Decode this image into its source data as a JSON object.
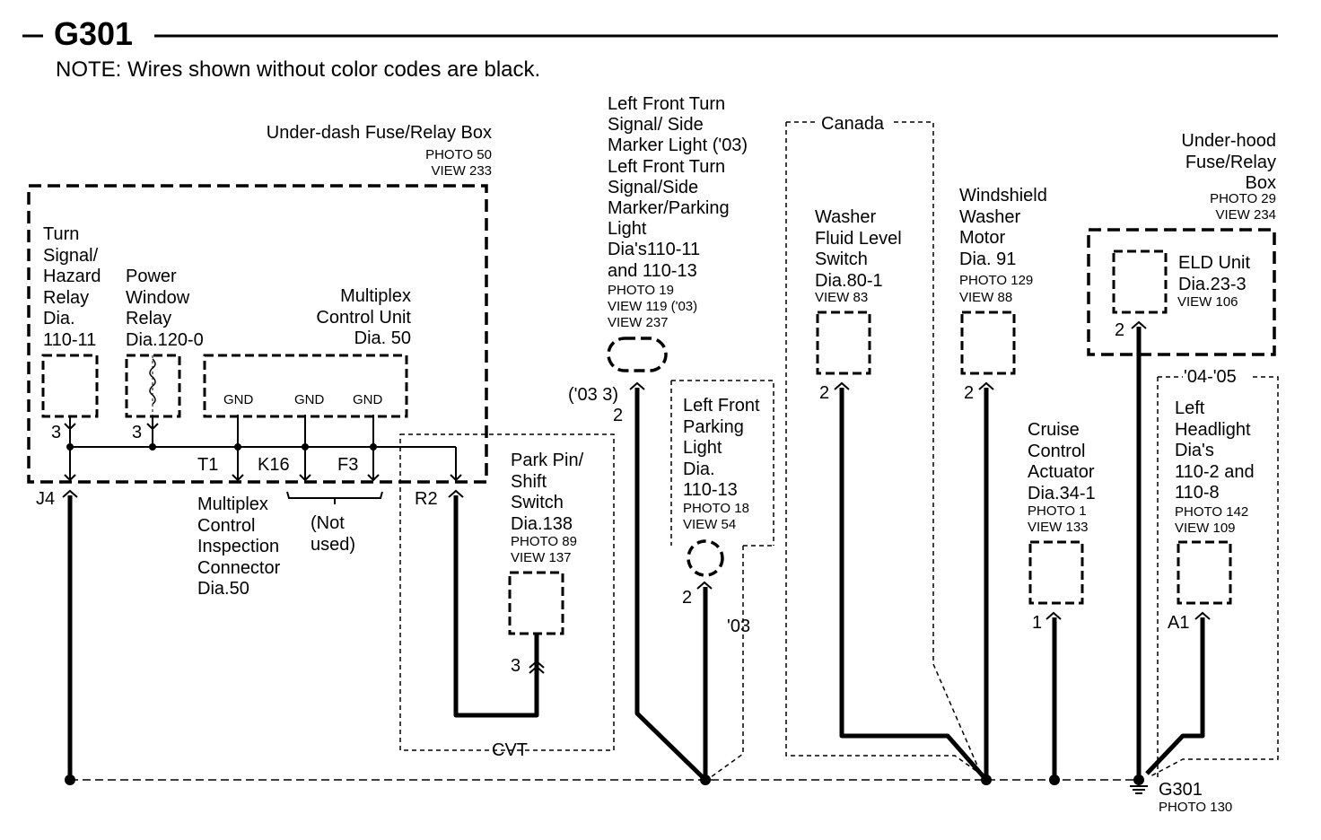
{
  "header": {
    "title": "G301",
    "note": "NOTE: Wires shown without color codes are black."
  },
  "fuse_box": {
    "name": "Under-dash Fuse/Relay Box",
    "photo": "PHOTO 50",
    "view": "VIEW 233",
    "turn_relay": [
      "Turn",
      "Signal/",
      "Hazard",
      "Relay",
      "Dia.",
      "110-11"
    ],
    "power_relay": [
      "Power",
      "Window",
      "Relay",
      "Dia.120-0"
    ],
    "mcu": [
      "Multiplex",
      "Control Unit",
      "Dia. 50"
    ],
    "gnd": "GND",
    "pins": {
      "turn": "3",
      "power": "3",
      "t1": "T1",
      "k16": "K16",
      "f3": "F3",
      "j4": "J4",
      "r2": "R2"
    },
    "inspection": [
      "Multiplex",
      "Control",
      "Inspection",
      "Connector",
      "Dia.50"
    ],
    "not_used": [
      "(Not",
      "used)"
    ]
  },
  "cvt": {
    "label": "CVT",
    "switch": [
      "Park Pin/",
      "Shift",
      "Switch",
      "Dia.138"
    ],
    "photo": "PHOTO 89",
    "view": "VIEW 137",
    "pin": "3"
  },
  "left_turn": {
    "lines": [
      "Left Front Turn",
      "Signal/ Side",
      "Marker Light ('03)",
      "Left Front Turn",
      "Signal/Side",
      "Marker/Parking",
      "Light",
      "Dia's110-11",
      "and 110-13"
    ],
    "photo": "PHOTO 19",
    "view1": "VIEW 119 ('03)",
    "view2": "VIEW 237",
    "pin_note": "('03 3)",
    "pin": "2"
  },
  "parking": {
    "lines": [
      "Left Front",
      "Parking",
      "Light",
      "Dia.",
      "110-13"
    ],
    "photo": "PHOTO 18",
    "view": "VIEW 54",
    "pin": "2",
    "year": "'03"
  },
  "canada": {
    "label": "Canada"
  },
  "washer_switch": {
    "lines": [
      "Washer",
      "Fluid Level",
      "Switch",
      "Dia.80-1"
    ],
    "view": "VIEW 83",
    "pin": "2"
  },
  "washer_motor": {
    "lines": [
      "Windshield",
      "Washer",
      "Motor",
      "Dia. 91"
    ],
    "photo": "PHOTO 129",
    "view": "VIEW 88",
    "pin": "2"
  },
  "cruise": {
    "lines": [
      "Cruise",
      "Control",
      "Actuator",
      "Dia.34-1"
    ],
    "photo": "PHOTO 1",
    "view": "VIEW 133",
    "pin": "1"
  },
  "underhood": {
    "lines": [
      "Under-hood",
      "Fuse/Relay",
      "Box"
    ],
    "photo": "PHOTO 29",
    "view": "VIEW 234",
    "eld": [
      "ELD Unit",
      "Dia.23-3"
    ],
    "eld_view": "VIEW 106",
    "pin": "2"
  },
  "headlight": {
    "year": "'04-'05",
    "lines": [
      "Left",
      "Headlight",
      "Dia's",
      "110-2 and",
      "110-8"
    ],
    "photo": "PHOTO 142",
    "view": "VIEW 109",
    "pin": "A1"
  },
  "ground": {
    "name": "G301",
    "photo": "PHOTO 130"
  }
}
